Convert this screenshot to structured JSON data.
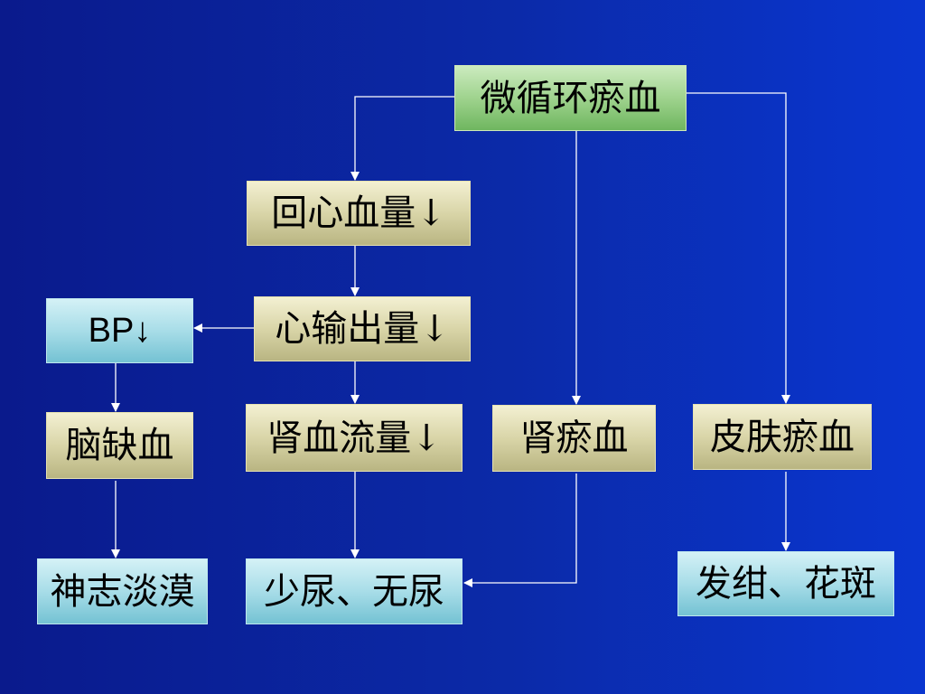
{
  "nodes": {
    "microcirculation_stasis": "微循环瘀血",
    "venous_return_down": "回心血量↓",
    "cardiac_output_down": "心输出量↓",
    "bp_down": "BP↓",
    "brain_ischemia": "脑缺血",
    "mental_apathy": "神志淡漠",
    "renal_blood_flow_down": "肾血流量↓",
    "oliguria_anuria": "少尿、无尿",
    "renal_stasis": "肾瘀血",
    "skin_stasis": "皮肤瘀血",
    "cyanosis_mottling": "发绀、花斑"
  },
  "colors": {
    "background": "#0b2aa8",
    "green_box": "#9fd38e",
    "khaki_box": "#d9d5a8",
    "cyan_box": "#a8dde8",
    "lines": "#ffffff"
  }
}
